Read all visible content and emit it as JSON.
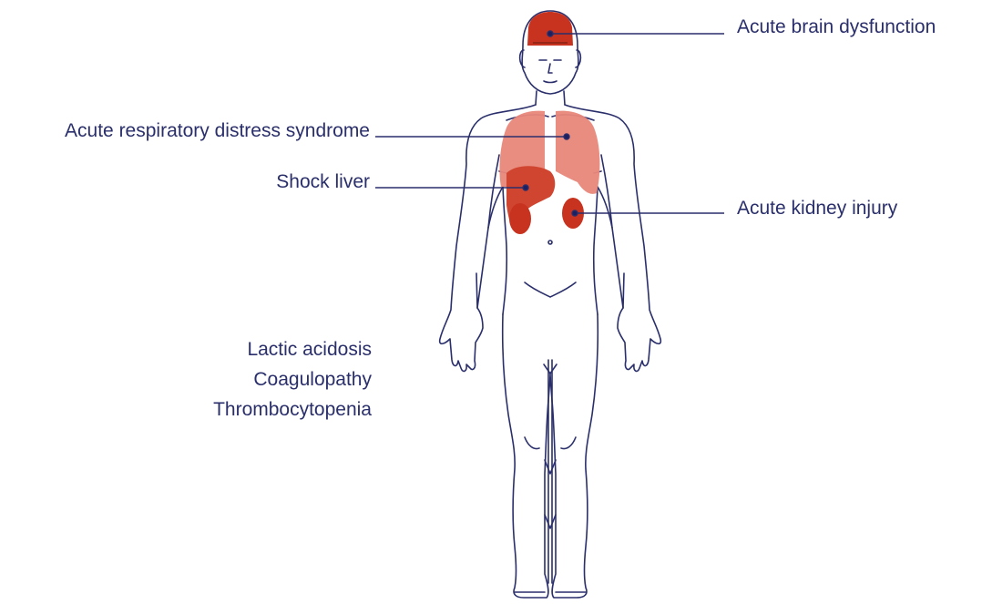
{
  "labels": {
    "brain": "Acute brain dysfunction",
    "lungs": "Acute respiratory distress syndrome",
    "liver": "Shock liver",
    "kidney": "Acute kidney injury"
  },
  "systemic": [
    "Lactic acidosis",
    "Coagulopathy",
    "Thrombocytopenia"
  ],
  "colors": {
    "outline": "#2a2f6b",
    "organ_dark": "#c7331f",
    "organ_light": "#e9877a",
    "text": "#2a2f6b"
  }
}
